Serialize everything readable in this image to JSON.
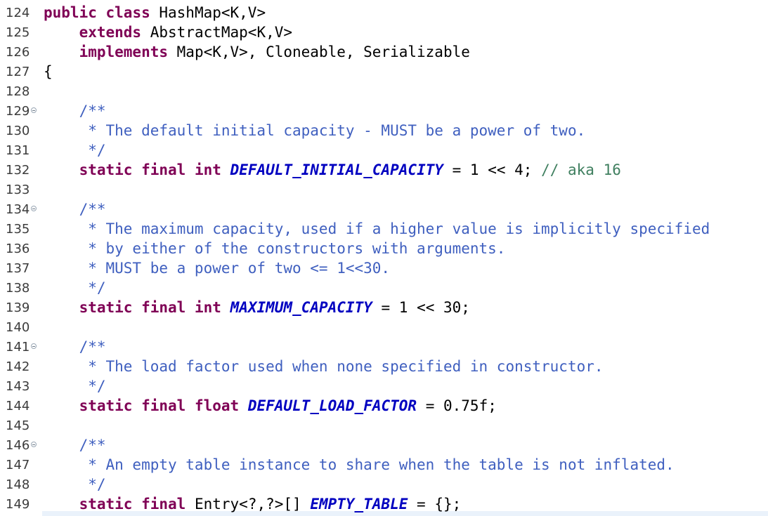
{
  "lines": [
    {
      "num": "124",
      "fold": false,
      "parts": [
        {
          "t": "kw",
          "s": "public"
        },
        {
          "t": "txt",
          "s": " "
        },
        {
          "t": "kw",
          "s": "class"
        },
        {
          "t": "txt",
          "s": " HashMap<K,V>"
        }
      ]
    },
    {
      "num": "125",
      "fold": false,
      "parts": [
        {
          "t": "txt",
          "s": "    "
        },
        {
          "t": "kw",
          "s": "extends"
        },
        {
          "t": "txt",
          "s": " AbstractMap<K,V>"
        }
      ]
    },
    {
      "num": "126",
      "fold": false,
      "parts": [
        {
          "t": "txt",
          "s": "    "
        },
        {
          "t": "kw",
          "s": "implements"
        },
        {
          "t": "txt",
          "s": " Map<K,V>, Cloneable, Serializable"
        }
      ]
    },
    {
      "num": "127",
      "fold": false,
      "parts": [
        {
          "t": "txt",
          "s": "{"
        }
      ]
    },
    {
      "num": "128",
      "fold": false,
      "parts": []
    },
    {
      "num": "129",
      "fold": true,
      "parts": [
        {
          "t": "txt",
          "s": "    "
        },
        {
          "t": "doc",
          "s": "/**"
        }
      ]
    },
    {
      "num": "130",
      "fold": false,
      "parts": [
        {
          "t": "doc",
          "s": "     * The default initial capacity - MUST be a power of two."
        }
      ]
    },
    {
      "num": "131",
      "fold": false,
      "parts": [
        {
          "t": "doc",
          "s": "     */"
        }
      ]
    },
    {
      "num": "132",
      "fold": false,
      "parts": [
        {
          "t": "txt",
          "s": "    "
        },
        {
          "t": "kw",
          "s": "static"
        },
        {
          "t": "txt",
          "s": " "
        },
        {
          "t": "kw",
          "s": "final"
        },
        {
          "t": "txt",
          "s": " "
        },
        {
          "t": "kw",
          "s": "int"
        },
        {
          "t": "txt",
          "s": " "
        },
        {
          "t": "const",
          "s": "DEFAULT_INITIAL_CAPACITY"
        },
        {
          "t": "txt",
          "s": " = 1 << 4; "
        },
        {
          "t": "cmt",
          "s": "// aka 16"
        }
      ]
    },
    {
      "num": "133",
      "fold": false,
      "parts": []
    },
    {
      "num": "134",
      "fold": true,
      "parts": [
        {
          "t": "txt",
          "s": "    "
        },
        {
          "t": "doc",
          "s": "/**"
        }
      ]
    },
    {
      "num": "135",
      "fold": false,
      "parts": [
        {
          "t": "doc",
          "s": "     * The maximum capacity, used if a higher value is implicitly specified"
        }
      ]
    },
    {
      "num": "136",
      "fold": false,
      "parts": [
        {
          "t": "doc",
          "s": "     * by either of the constructors with arguments."
        }
      ]
    },
    {
      "num": "137",
      "fold": false,
      "parts": [
        {
          "t": "doc",
          "s": "     * MUST be a power of two <= 1<<30."
        }
      ]
    },
    {
      "num": "138",
      "fold": false,
      "parts": [
        {
          "t": "doc",
          "s": "     */"
        }
      ]
    },
    {
      "num": "139",
      "fold": false,
      "parts": [
        {
          "t": "txt",
          "s": "    "
        },
        {
          "t": "kw",
          "s": "static"
        },
        {
          "t": "txt",
          "s": " "
        },
        {
          "t": "kw",
          "s": "final"
        },
        {
          "t": "txt",
          "s": " "
        },
        {
          "t": "kw",
          "s": "int"
        },
        {
          "t": "txt",
          "s": " "
        },
        {
          "t": "const",
          "s": "MAXIMUM_CAPACITY"
        },
        {
          "t": "txt",
          "s": " = 1 << 30;"
        }
      ]
    },
    {
      "num": "140",
      "fold": false,
      "parts": []
    },
    {
      "num": "141",
      "fold": true,
      "parts": [
        {
          "t": "txt",
          "s": "    "
        },
        {
          "t": "doc",
          "s": "/**"
        }
      ]
    },
    {
      "num": "142",
      "fold": false,
      "parts": [
        {
          "t": "doc",
          "s": "     * The load factor used when none specified in constructor."
        }
      ]
    },
    {
      "num": "143",
      "fold": false,
      "parts": [
        {
          "t": "doc",
          "s": "     */"
        }
      ]
    },
    {
      "num": "144",
      "fold": false,
      "parts": [
        {
          "t": "txt",
          "s": "    "
        },
        {
          "t": "kw",
          "s": "static"
        },
        {
          "t": "txt",
          "s": " "
        },
        {
          "t": "kw",
          "s": "final"
        },
        {
          "t": "txt",
          "s": " "
        },
        {
          "t": "kw",
          "s": "float"
        },
        {
          "t": "txt",
          "s": " "
        },
        {
          "t": "const",
          "s": "DEFAULT_LOAD_FACTOR"
        },
        {
          "t": "txt",
          "s": " = 0.75f;"
        }
      ]
    },
    {
      "num": "145",
      "fold": false,
      "parts": []
    },
    {
      "num": "146",
      "fold": true,
      "parts": [
        {
          "t": "txt",
          "s": "    "
        },
        {
          "t": "doc",
          "s": "/**"
        }
      ]
    },
    {
      "num": "147",
      "fold": false,
      "parts": [
        {
          "t": "doc",
          "s": "     * An empty table instance to share when the table is not inflated."
        }
      ]
    },
    {
      "num": "148",
      "fold": false,
      "parts": [
        {
          "t": "doc",
          "s": "     */"
        }
      ]
    },
    {
      "num": "149",
      "fold": false,
      "parts": [
        {
          "t": "txt",
          "s": "    "
        },
        {
          "t": "kw",
          "s": "static"
        },
        {
          "t": "txt",
          "s": " "
        },
        {
          "t": "kw",
          "s": "final"
        },
        {
          "t": "txt",
          "s": " Entry<?,?>[] "
        },
        {
          "t": "const",
          "s": "EMPTY_TABLE"
        },
        {
          "t": "txt",
          "s": " = {};"
        }
      ]
    }
  ],
  "colors": {
    "keyword": "#7f0055",
    "constant": "#0000c0",
    "javadoc": "#3f5fbf",
    "comment": "#3f7f5f",
    "current_line": "#eaf2fb"
  },
  "icons": {
    "fold": "fold-collapse-icon"
  }
}
